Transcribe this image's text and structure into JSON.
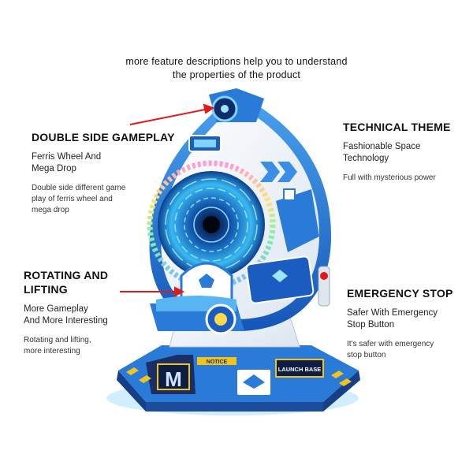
{
  "intro": {
    "line1": "more feature descriptions help you to understand",
    "line2": "the properties of the product"
  },
  "features": [
    {
      "title": "DOUBLE SIDE GAMEPLAY",
      "sub_line1": "Ferris Wheel And",
      "sub_line2": "Mega Drop",
      "desc_line1": "Double side different game",
      "desc_line2": "play of ferris wheel and",
      "desc_line3": "mega drop"
    },
    {
      "title": "TECHNICAL THEME",
      "sub_line1": "Fashionable Space",
      "sub_line2": "Technology",
      "desc_line1": "Full with mysterious power"
    },
    {
      "title_line1": "ROTATING AND",
      "title_line2": "LIFTING",
      "sub_line1": "More Gameplay",
      "sub_line2": "And More Interesting",
      "desc_line1": "Rotating and lifting,",
      "desc_line2": "more interesting"
    },
    {
      "title": "EMERGENCY STOP",
      "sub_line1": "Safer With Emergency",
      "sub_line2": "Stop Button",
      "desc_line1": "It's safer with emergency",
      "desc_line2": "stop button"
    }
  ],
  "machine": {
    "base_left_plate": "M",
    "base_small_label": "NOTICE",
    "base_right_label": "LAUNCH BASE",
    "colors": {
      "blue": "#1f6fd6",
      "light_blue": "#59b4f2",
      "white": "#f5f8fc",
      "arrow_red": "#e11919",
      "rainbow_ring": "#7fd3ff",
      "base_yellow": "#f2c318"
    }
  }
}
